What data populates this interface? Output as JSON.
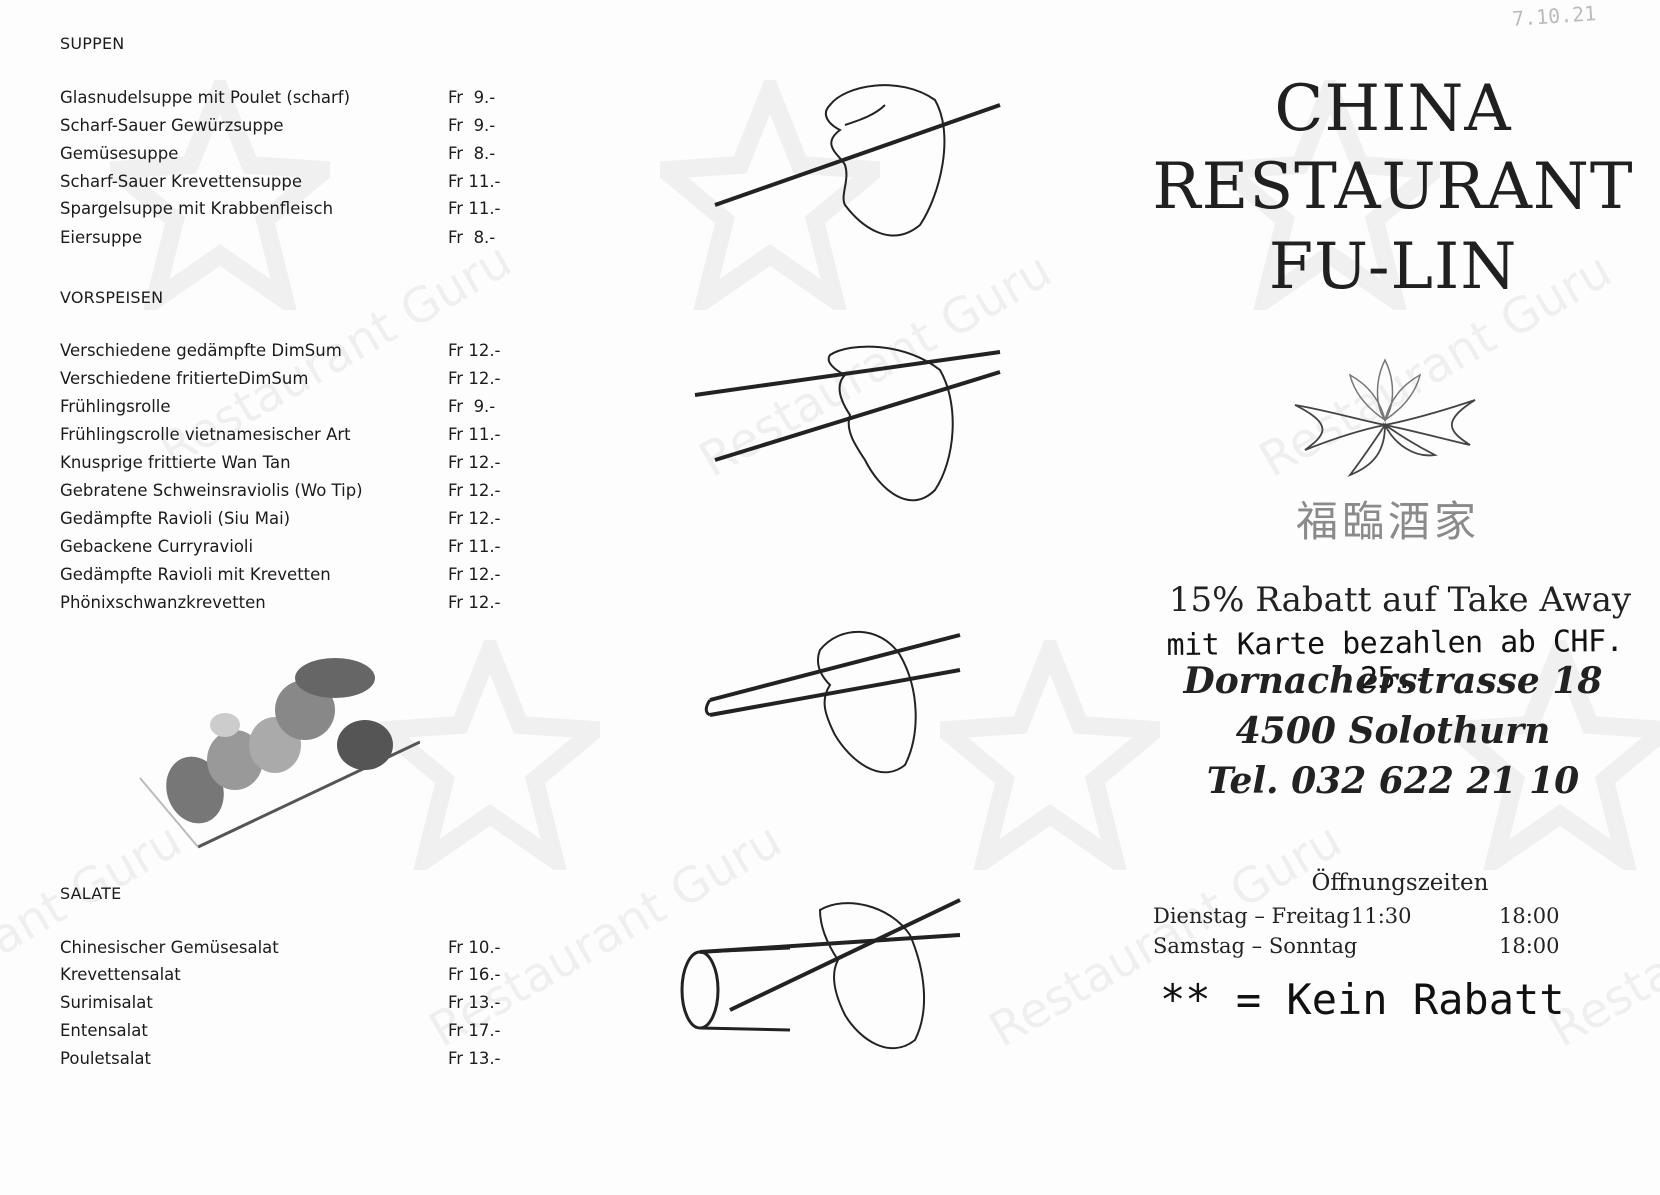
{
  "menu": {
    "suppen": {
      "title": "SUPPEN",
      "items": [
        {
          "name": "Glasnudelsuppe mit Poulet (scharf)",
          "price": "Fr  9.-"
        },
        {
          "name": "Scharf-Sauer Gewürzsuppe",
          "price": "Fr  9.-"
        },
        {
          "name": "Gemüsesuppe",
          "price": "Fr  8.-"
        },
        {
          "name": "Scharf-Sauer Krevettensuppe",
          "price": "Fr 11.-"
        },
        {
          "name": "Spargelsuppe mit Krabbenfleisch",
          "price": "Fr 11.-"
        },
        {
          "name": "Eiersuppe",
          "price": "Fr  8.-"
        }
      ]
    },
    "vorspeisen": {
      "title": "VORSPEISEN",
      "items": [
        {
          "name": "Verschiedene gedämpfte DimSum",
          "price": "Fr 12.-"
        },
        {
          "name": "Verschiedene fritierteDimSum",
          "price": "Fr 12.-"
        },
        {
          "name": "Frühlingsrolle",
          "price": "Fr  9.-"
        },
        {
          "name": "Frühlingscrolle vietnamesischer Art",
          "price": "Fr 11.-"
        },
        {
          "name": "Knusprige frittierte Wan Tan",
          "price": "Fr 12.-"
        },
        {
          "name": "Gebratene Schweinsraviolis (Wo Tip)",
          "price": "Fr 12.-"
        },
        {
          "name": "Gedämpfte Ravioli (Siu Mai)",
          "price": "Fr 12.-"
        },
        {
          "name": "Gebackene Curryravioli",
          "price": "Fr 11.-"
        },
        {
          "name": "Gedämpfte Ravioli mit Krevetten",
          "price": "Fr 12.-"
        },
        {
          "name": "Phönixschwanzkrevetten",
          "price": "Fr 12.-"
        }
      ]
    },
    "salate": {
      "title": "SALATE",
      "items": [
        {
          "name": "Chinesischer Gemüsesalat",
          "price": "Fr 10.-"
        },
        {
          "name": "Krevettensalat",
          "price": "Fr 16.-"
        },
        {
          "name": "Surimisalat",
          "price": "Fr 13.-"
        },
        {
          "name": "Entensalat",
          "price": "Fr 17.-"
        },
        {
          "name": "Pouletsalat",
          "price": "Fr 13.-"
        }
      ]
    }
  },
  "header": {
    "line1": "CHINA",
    "line2": "RESTAURANT",
    "line3": "FU-LIN",
    "chinese_name": "福臨酒家"
  },
  "promo": {
    "discount": "15% Rabatt auf Take Away",
    "handwritten": "mit Karte bezahlen ab CHF. 25.-"
  },
  "address": {
    "street": "Dornacherstrasse 18",
    "city": "4500 Solothurn",
    "phone": "Tel. 032 622 21 10"
  },
  "hours": {
    "title": "Öffnungszeiten",
    "rows": [
      {
        "days": "Dienstag – Freitag",
        "open": "11:30",
        "close": "18:00"
      },
      {
        "days": "Samstag – Sonntag",
        "open": "",
        "close": "18:00"
      }
    ]
  },
  "note": "** = Kein Rabatt",
  "scribble": "7.10.21",
  "watermark": "Restaurant Guru"
}
